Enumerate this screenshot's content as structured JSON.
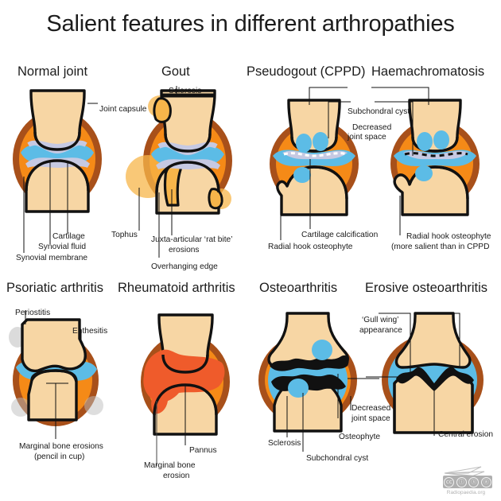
{
  "title": "Salient features in different arthropathies",
  "colors": {
    "bone": "#f7d6a4",
    "bone_edge": "#111111",
    "cartilage": "#c6c9e2",
    "synovial_fluid": "#5cbce6",
    "capsule": "#a8501a",
    "synovial_membrane": "#f58a17",
    "tophus": "#f7b54a",
    "pannus": "#ef5b2b",
    "cyst": "#5cbce6",
    "sclerosis": "#111111",
    "background": "#ffffff",
    "text": "#1a1a1a"
  },
  "panels": [
    {
      "id": "normal-joint",
      "label": "Normal joint",
      "captions": [
        {
          "id": "joint-capsule",
          "text": "Joint capsule"
        },
        {
          "id": "cartilage",
          "text": "Cartilage"
        },
        {
          "id": "synovial-fluid",
          "text": "Synovial fluid"
        },
        {
          "id": "synovial-membrane",
          "text": "Synovial membrane"
        }
      ]
    },
    {
      "id": "gout",
      "label": "Gout",
      "captions": [
        {
          "id": "sclerosis",
          "text": "Sclerosis"
        },
        {
          "id": "tophus",
          "text": "Tophus"
        },
        {
          "id": "rat-bite-erosions-l1",
          "text": "Juxta-articular ‘rat bite’"
        },
        {
          "id": "rat-bite-erosions-l2",
          "text": "erosions"
        },
        {
          "id": "overhanging-edge",
          "text": "Overhanging edge"
        }
      ]
    },
    {
      "id": "pseudogout-cppd",
      "label": "Pseudogout (CPPD)",
      "captions": [
        {
          "id": "subchondral-cyst",
          "text": "Subchondral cyst"
        },
        {
          "id": "decreased-joint-space-l1",
          "text": "Decreased"
        },
        {
          "id": "decreased-joint-space-l2",
          "text": "joint space"
        },
        {
          "id": "cartilage-calcification",
          "text": "Cartilage calcification"
        },
        {
          "id": "radial-hook-osteophyte",
          "text": "Radial hook osteophyte"
        }
      ]
    },
    {
      "id": "haemachromatosis",
      "label": "Haemachromatosis",
      "captions": [
        {
          "id": "radial-hook-osteophyte-l1",
          "text": "Radial hook osteophyte"
        },
        {
          "id": "radial-hook-osteophyte-l2",
          "text": "(more salient than in CPPD"
        }
      ]
    },
    {
      "id": "psoriatic-arthritis",
      "label": "Psoriatic arthritis",
      "captions": [
        {
          "id": "periostitis",
          "text": "Periostitis"
        },
        {
          "id": "enthesitis",
          "text": "Enthesitis"
        },
        {
          "id": "marginal-bone-erosions-l1",
          "text": "Marginal bone erosions"
        },
        {
          "id": "marginal-bone-erosions-l2",
          "text": "(pencil in cup)"
        }
      ]
    },
    {
      "id": "rheumatoid-arthritis",
      "label": "Rheumatoid arthritis",
      "captions": [
        {
          "id": "pannus",
          "text": "Pannus"
        },
        {
          "id": "marginal-bone-erosion-l1",
          "text": "Marginal bone"
        },
        {
          "id": "marginal-bone-erosion-l2",
          "text": "erosion"
        }
      ]
    },
    {
      "id": "osteoarthritis",
      "label": "Osteoarthritis",
      "captions": [
        {
          "id": "sclerosis",
          "text": "Sclerosis"
        },
        {
          "id": "subchondral-cyst",
          "text": "Subchondral cyst"
        },
        {
          "id": "osteophyte",
          "text": "Osteophyte"
        },
        {
          "id": "decreased-joint-space-l1",
          "text": "Decreased"
        },
        {
          "id": "decreased-joint-space-l2",
          "text": "joint space"
        }
      ]
    },
    {
      "id": "erosive-osteoarthritis",
      "label": "Erosive osteoarthritis",
      "captions": [
        {
          "id": "gull-wing-l1",
          "text": "‘Gull wing’"
        },
        {
          "id": "gull-wing-l2",
          "text": "appearance"
        },
        {
          "id": "central-erosion",
          "text": "Central erosion"
        }
      ]
    }
  ],
  "watermark": {
    "site": "Radiopaedia.org",
    "license_marks": [
      "cc",
      "ⓘ",
      "ⓢ",
      "ⓐ"
    ]
  }
}
